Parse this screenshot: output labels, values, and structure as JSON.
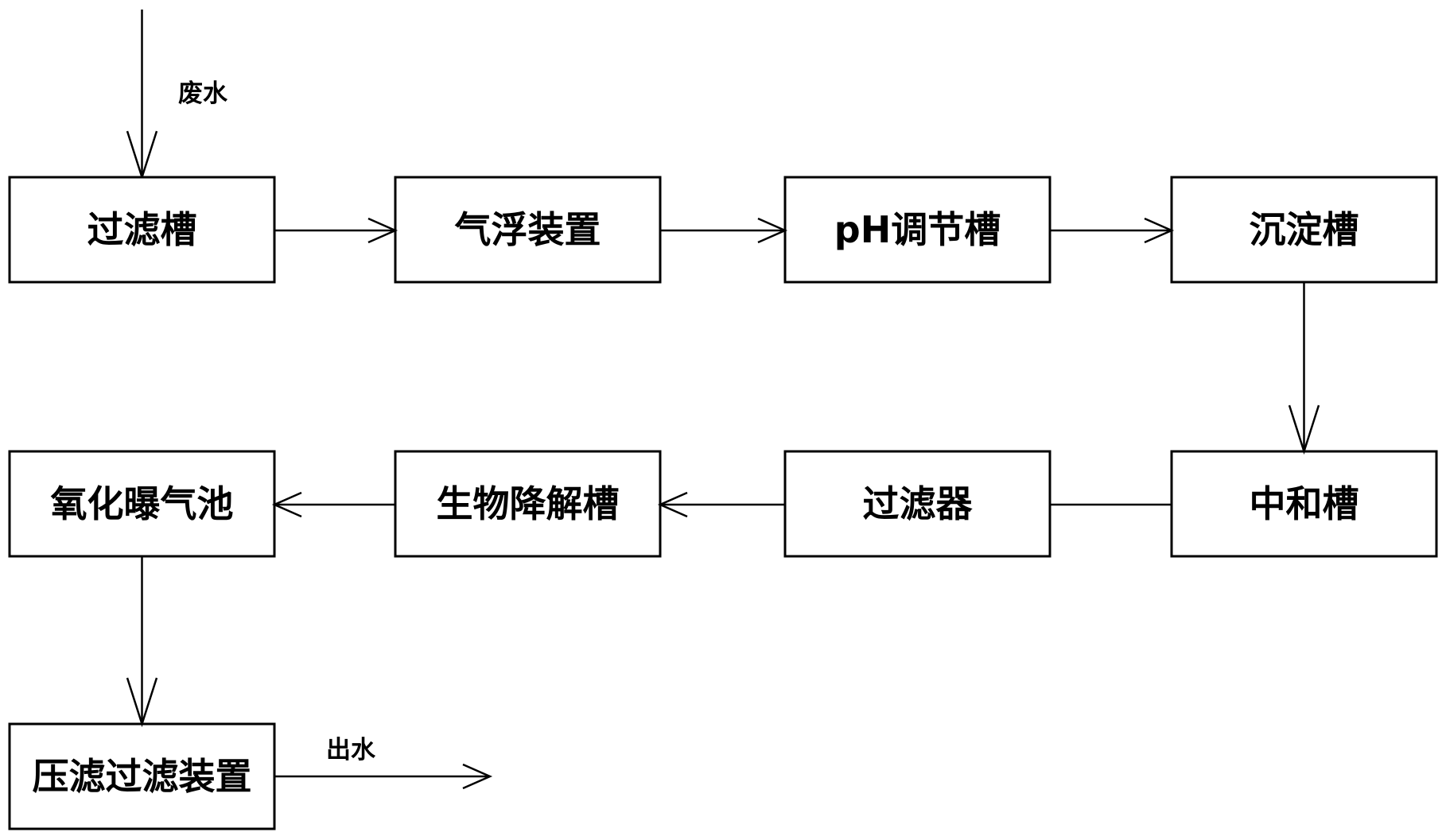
{
  "diagram": {
    "input_label": "废水",
    "output_label": "出水",
    "nodes": [
      {
        "label": "过滤槽"
      },
      {
        "label": "气浮装置"
      },
      {
        "label": "pH调节槽"
      },
      {
        "label": "沉淀槽"
      },
      {
        "label": "氧化曝气池"
      },
      {
        "label": "生物降解槽"
      },
      {
        "label": "过滤器"
      },
      {
        "label": "中和槽"
      },
      {
        "label": "压滤过滤装置"
      }
    ],
    "edges": [
      {
        "from": 0,
        "to": 1,
        "arrow": true
      },
      {
        "from": 1,
        "to": 2,
        "arrow": true
      },
      {
        "from": 2,
        "to": 3,
        "arrow": true
      },
      {
        "from": 3,
        "to": 7,
        "arrow": true
      },
      {
        "from": 7,
        "to": 6,
        "arrow": false
      },
      {
        "from": 6,
        "to": 5,
        "arrow": true
      },
      {
        "from": 5,
        "to": 4,
        "arrow": true
      },
      {
        "from": 4,
        "to": 8,
        "arrow": true
      }
    ]
  }
}
